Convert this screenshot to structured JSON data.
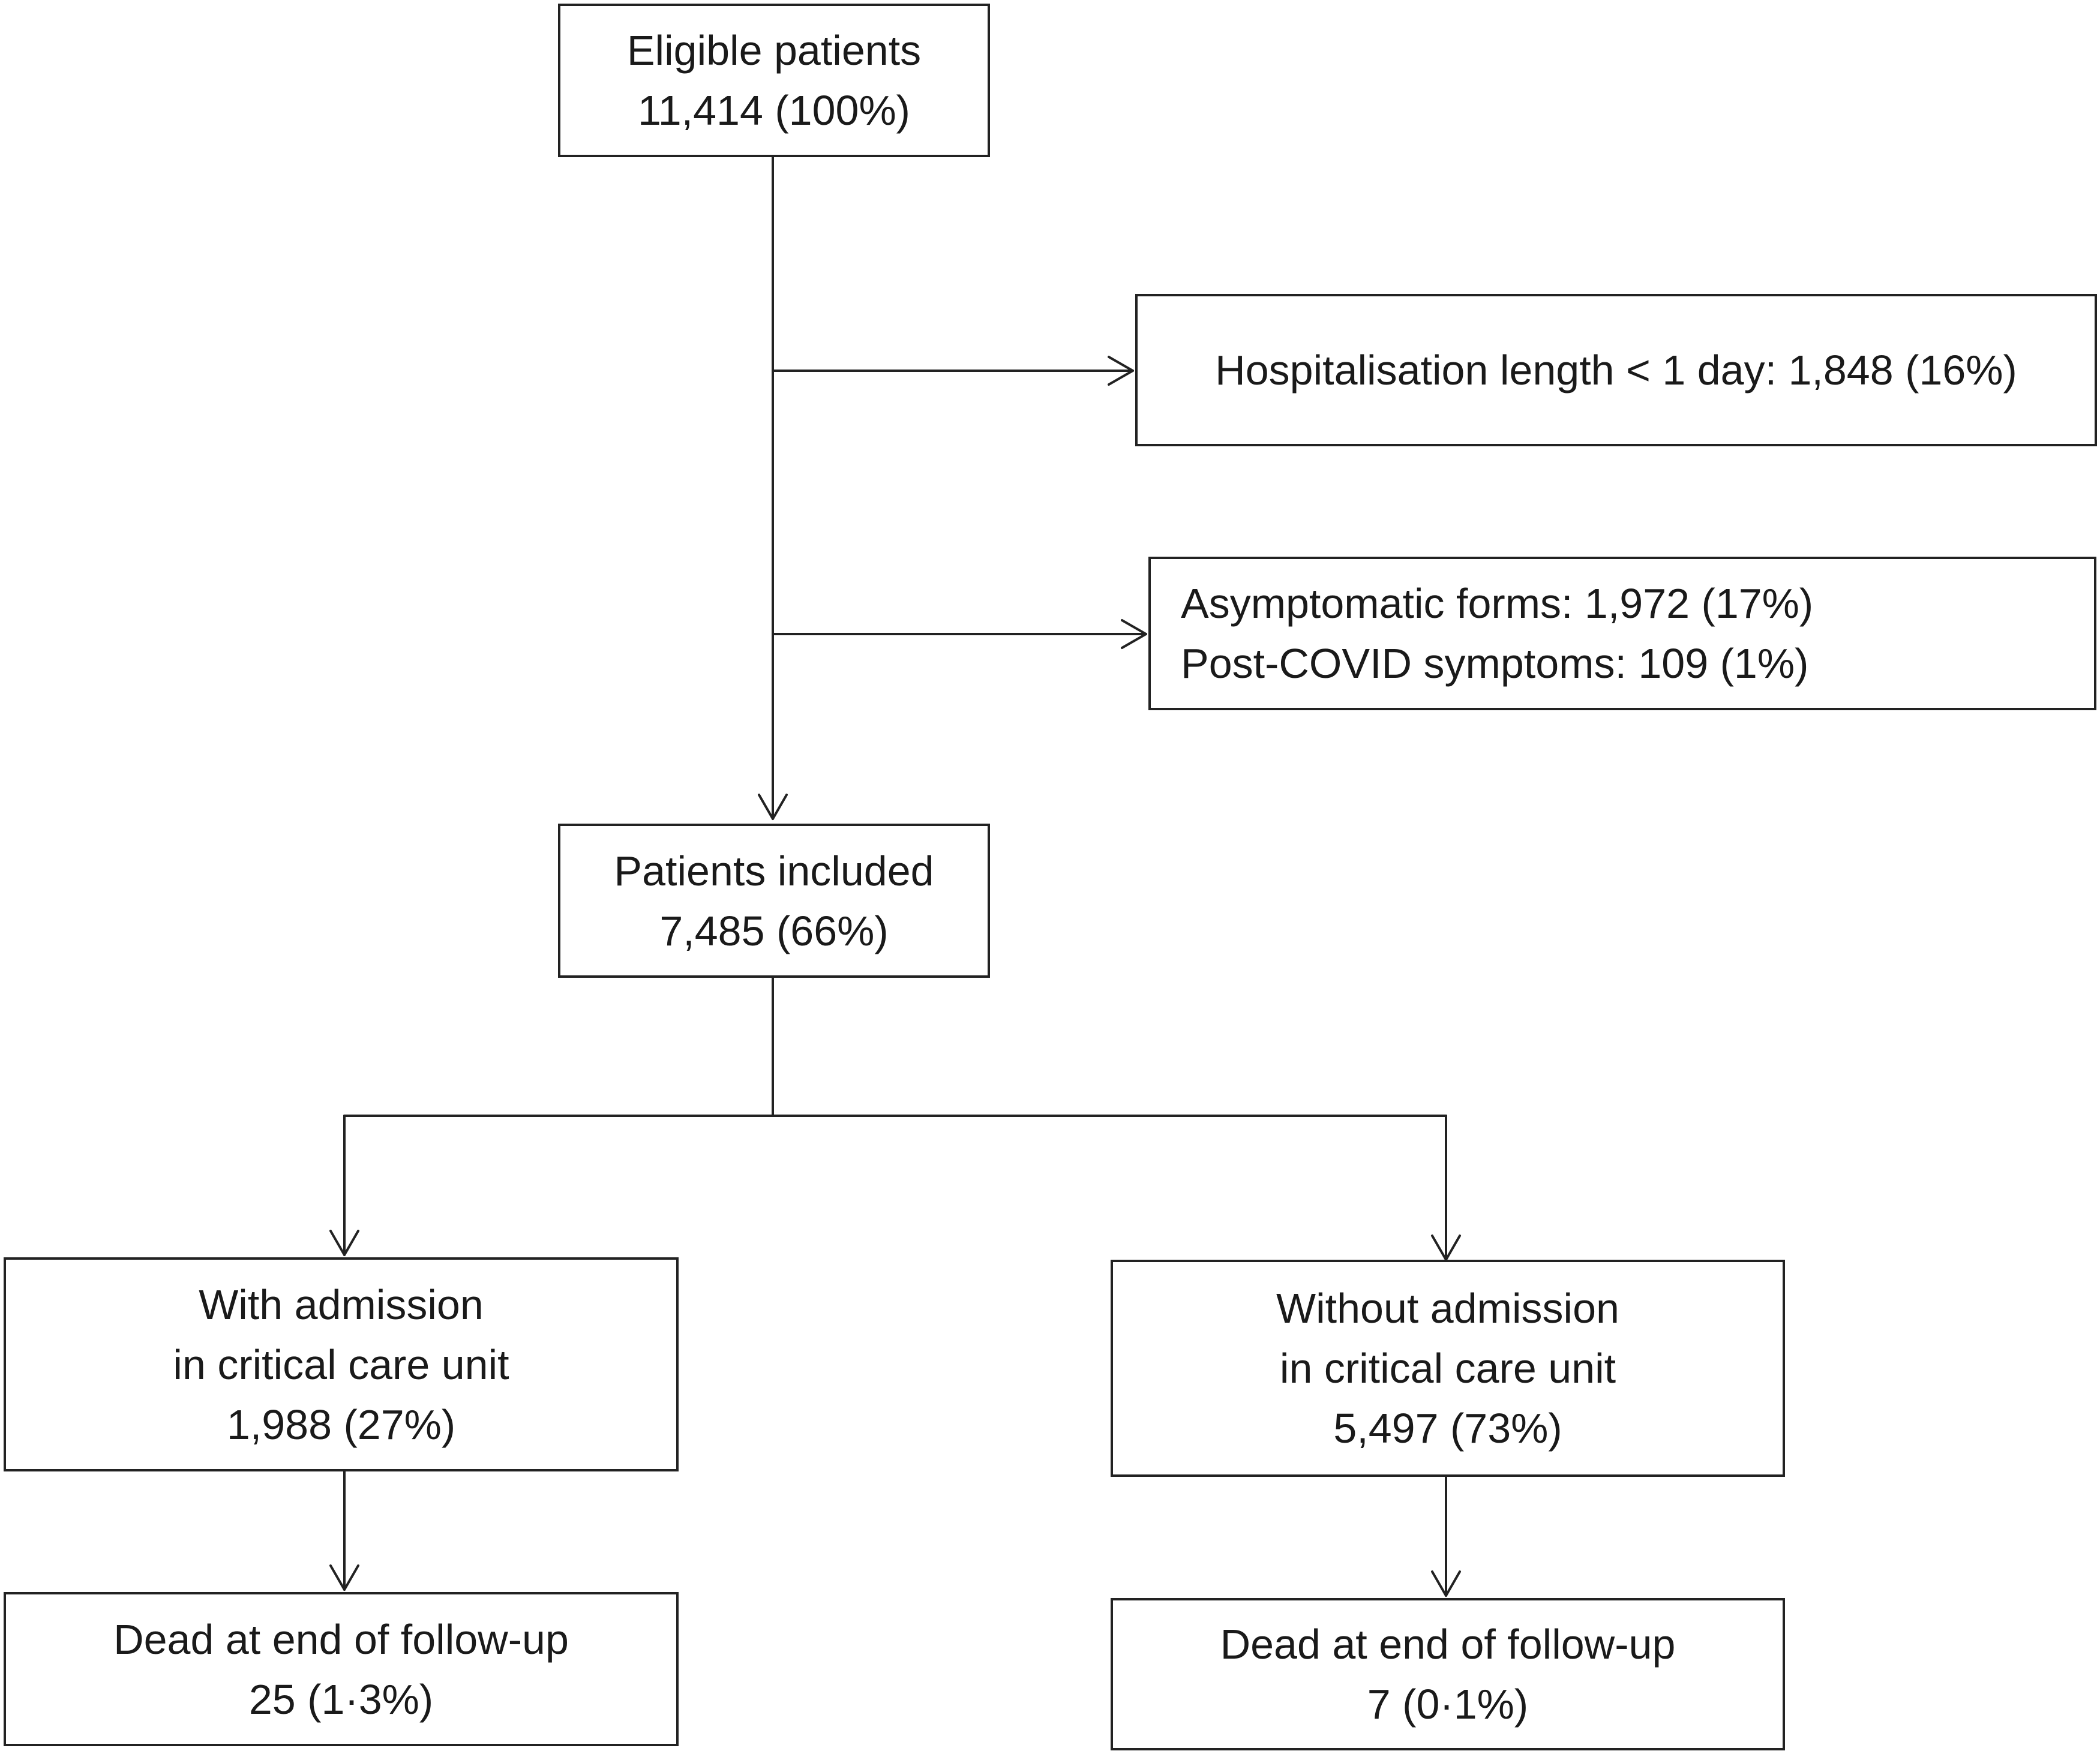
{
  "boxes": {
    "eligible": {
      "lines": [
        "Eligible patients",
        "11,414 (100%)"
      ]
    },
    "hospitalisation": {
      "lines": [
        "Hospitalisation length < 1 day:  1,848 (16%)"
      ]
    },
    "asymptomatic": {
      "lines": [
        "Asymptomatic  forms: 1,972 (17%)",
        "Post-COVID symptoms: 109 (1%)"
      ]
    },
    "included": {
      "lines": [
        "Patients included",
        "7,485 (66%)"
      ]
    },
    "with_admission": {
      "lines": [
        "With admission",
        "in critical care unit",
        "1,988 (27%)"
      ]
    },
    "without_admission": {
      "lines": [
        "Without admission",
        "in critical care unit",
        "5,497 (73%)"
      ]
    },
    "dead_with": {
      "lines": [
        "Dead at end of follow-up",
        "25 (1·3%)"
      ]
    },
    "dead_without": {
      "lines": [
        "Dead at end of follow-up",
        "7 (0·1%)"
      ]
    }
  },
  "colors": {
    "stroke": "#222222",
    "text": "#1a1a1a",
    "background": "#ffffff"
  }
}
